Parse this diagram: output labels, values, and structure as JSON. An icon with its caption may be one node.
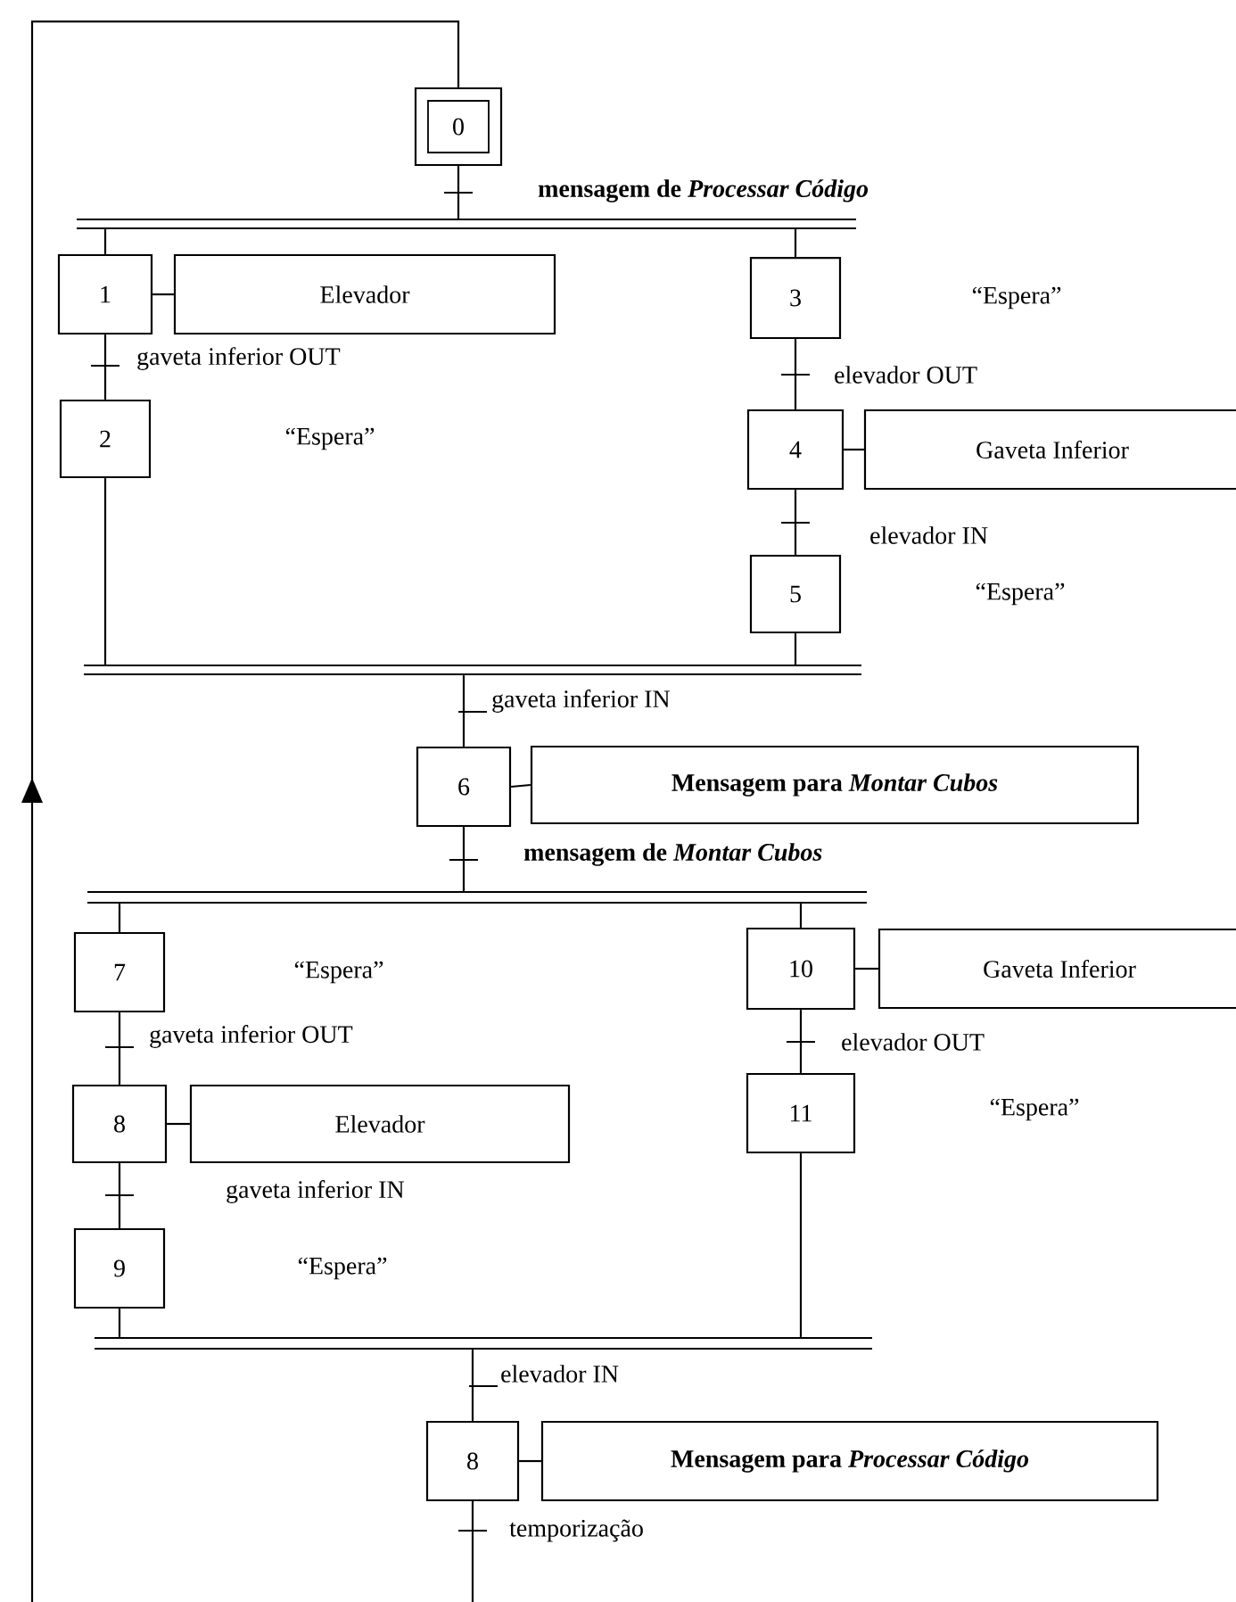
{
  "diagram": {
    "nodes": [
      {
        "text": [
          "0"
        ]
      },
      {
        "text": [],
        "shape": "bar"
      },
      {
        "text": [
          "1"
        ]
      },
      {
        "text": [
          "Elevador"
        ]
      },
      {
        "text": [
          "3"
        ]
      },
      {
        "text": [
          "2"
        ]
      },
      {
        "text": [
          "4"
        ]
      },
      {
        "text": [
          "Gaveta Inferior"
        ]
      },
      {
        "text": [
          "5"
        ]
      },
      {
        "text": [],
        "shape": "bar"
      },
      {
        "text": [
          "6"
        ]
      },
      {
        "text": [
          "Mensagem para *Montar Cubos*"
        ]
      },
      {
        "text": [],
        "shape": "bar"
      },
      {
        "text": [
          "7"
        ]
      },
      {
        "text": [
          "10"
        ]
      },
      {
        "text": [
          "Gaveta Inferior"
        ]
      },
      {
        "text": [
          "8"
        ]
      },
      {
        "text": [
          "Elevador"
        ]
      },
      {
        "text": [
          "11"
        ]
      },
      {
        "text": [
          "9"
        ]
      },
      {
        "text": [],
        "shape": "bar"
      },
      {
        "text": [
          "8"
        ]
      },
      {
        "text": [
          "Mensagem para *Processar Código*"
        ]
      }
    ],
    "edges": [
      {
        "from": 0,
        "to": 1,
        "arrow": "none",
        "label": "mensagem de *Processar Código*"
      },
      {
        "from": 1,
        "to": 2,
        "arrow": "none"
      },
      {
        "from": 1,
        "to": 4,
        "arrow": "none"
      },
      {
        "from": 2,
        "to": 3,
        "arrow": "none"
      },
      {
        "from": 2,
        "to": 5,
        "arrow": "none",
        "label": "gaveta inferior OUT"
      },
      {
        "from": 4,
        "to": 6,
        "arrow": "none",
        "label": "elevador OUT"
      },
      {
        "from": 6,
        "to": 7,
        "arrow": "none"
      },
      {
        "from": 6,
        "to": 8,
        "arrow": "none",
        "label": "elevador IN"
      },
      {
        "from": 5,
        "to": 9,
        "arrow": "none"
      },
      {
        "from": 8,
        "to": 9,
        "arrow": "none"
      },
      {
        "from": 9,
        "to": 10,
        "arrow": "none",
        "label": "gaveta inferior IN"
      },
      {
        "from": 10,
        "to": 11,
        "arrow": "none"
      },
      {
        "from": 10,
        "to": 12,
        "arrow": "none",
        "label": "mensagem de *Montar Cubos*"
      },
      {
        "from": 12,
        "to": 13,
        "arrow": "none"
      },
      {
        "from": 12,
        "to": 14,
        "arrow": "none"
      },
      {
        "from": 14,
        "to": 15,
        "arrow": "none"
      },
      {
        "from": 13,
        "to": 16,
        "arrow": "none",
        "label": "gaveta inferior OUT"
      },
      {
        "from": 16,
        "to": 17,
        "arrow": "none"
      },
      {
        "from": 16,
        "to": 19,
        "arrow": "none",
        "label": "gaveta inferior IN"
      },
      {
        "from": 14,
        "to": 18,
        "arrow": "none",
        "label": "elevador OUT"
      },
      {
        "from": 19,
        "to": 20,
        "arrow": "none"
      },
      {
        "from": 18,
        "to": 20,
        "arrow": "none"
      },
      {
        "from": 20,
        "to": 21,
        "arrow": "none",
        "label": "elevador IN"
      },
      {
        "from": 21,
        "to": 22,
        "arrow": "none"
      },
      {
        "from": 21,
        "to": 0,
        "arrow": "to",
        "label": "temporização"
      }
    ],
    "labels": [
      "“Espera”",
      "“Espera”",
      "“Espera”",
      "“Espera”",
      "“Espera”",
      "“Espera”"
    ]
  }
}
